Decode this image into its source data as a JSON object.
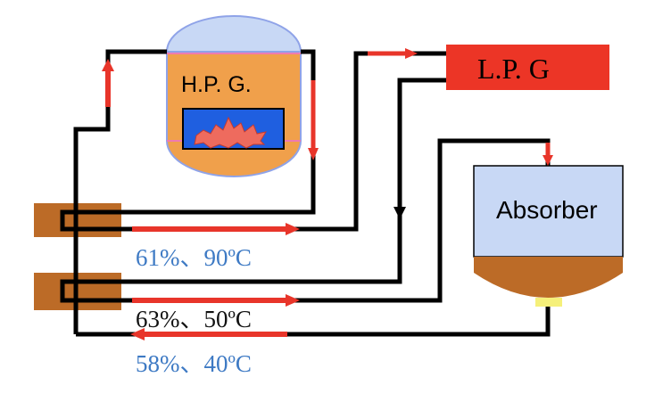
{
  "hpg": {
    "label": "H.P. G."
  },
  "lpg": {
    "label": "L.P. G"
  },
  "absorber": {
    "label": "Absorber"
  },
  "conditions": {
    "upper_hx": "61%、90ºC",
    "lower_hx_middle": "63%、50ºC",
    "lower_hx_bottom": "58%、40ºC"
  },
  "colors": {
    "pipe": "#000000",
    "flow_arrow": "#e8352a",
    "hpg_body": "#f0a04b",
    "hpg_dome": "#c8d8f5",
    "hpg_outline": "#8fa3e8",
    "firebox": "#1f5fe0",
    "flame": "#ee6b5e",
    "lpg_body": "#ec3526",
    "absorber_body": "#c8d8f5",
    "absorber_solution": "#bc6b27",
    "heat_exchanger": "#bc6b27",
    "outlet_connector": "#f5f07a",
    "condition_text_blue": "#3e7ac4",
    "condition_text_dark": "#111111"
  }
}
